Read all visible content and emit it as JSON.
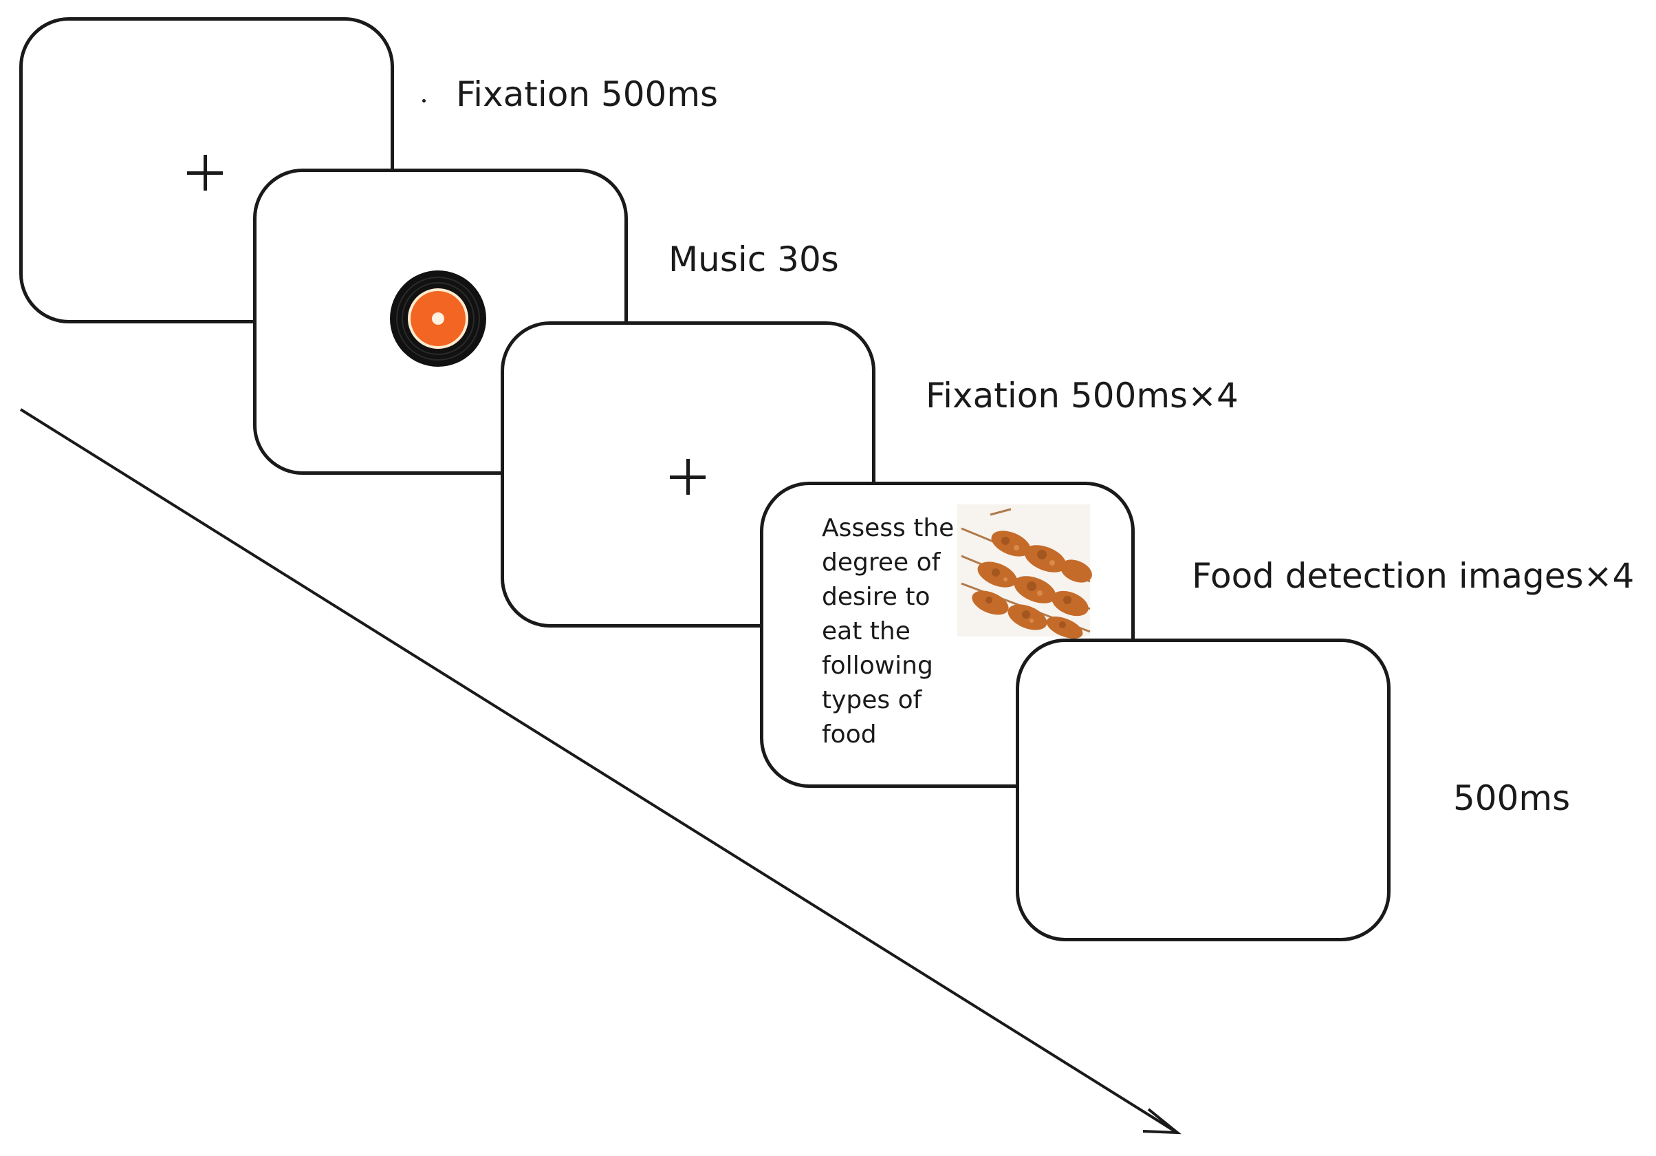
{
  "steps": [
    {
      "label": "Fixation 500ms",
      "content": "fixation-cross"
    },
    {
      "label": "Music 30s",
      "content": "vinyl-record"
    },
    {
      "label": "Fixation 500ms×4",
      "content": "fixation-cross"
    },
    {
      "label": "Food detection images×4",
      "content": "prompt-and-food-image",
      "prompt": "Assess the\ndegree of\ndesire to\neat the\nfollowing\ntypes of\nfood"
    },
    {
      "label": "500ms",
      "content": "blank"
    }
  ],
  "colors": {
    "stroke": "#1a1a1a",
    "record_label": "#f26522",
    "record_disc": "#111111",
    "food": "#c46b2a"
  }
}
